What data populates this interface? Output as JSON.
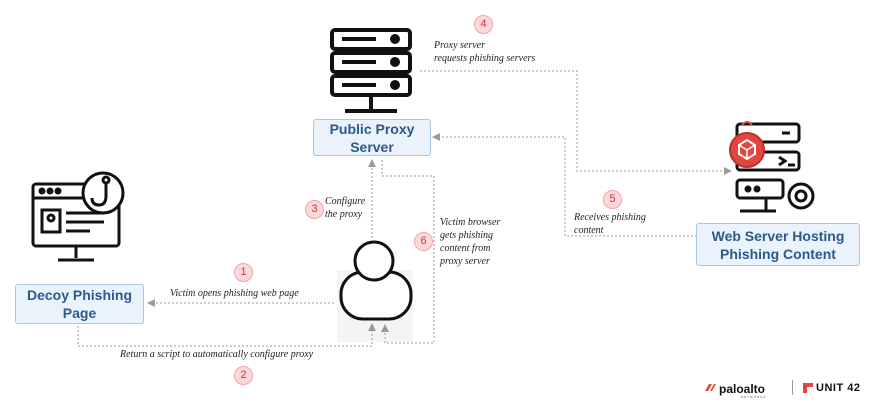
{
  "boxes": {
    "proxy": "Public Proxy\nServer",
    "web": "Web Server Hosting\nPhishing Content",
    "decoy": "Decoy Phishing\nPage"
  },
  "steps": [
    {
      "n": "1",
      "text": "Victim opens phishing web page"
    },
    {
      "n": "2",
      "text": "Return a script to automatically configure proxy"
    },
    {
      "n": "3",
      "text": "Configure\nthe proxy"
    },
    {
      "n": "4",
      "text": "Proxy server\nrequests phishing servers"
    },
    {
      "n": "5",
      "text": "Receives phishing\ncontent"
    },
    {
      "n": "6",
      "text": "Victim browser\ngets phishing\ncontent from\nproxy server"
    }
  ],
  "logos": {
    "paloalto": "paloalto",
    "paloalto_sub": "NETWORKS",
    "unit42": "UNIT 42"
  },
  "colors": {
    "box_fill": "#eaf2fb",
    "box_border": "#a9c6e6",
    "box_text": "#2b5a8c",
    "badge_fill": "#fbd9db",
    "badge_text": "#d2323c",
    "connector": "#9a9a9a"
  }
}
